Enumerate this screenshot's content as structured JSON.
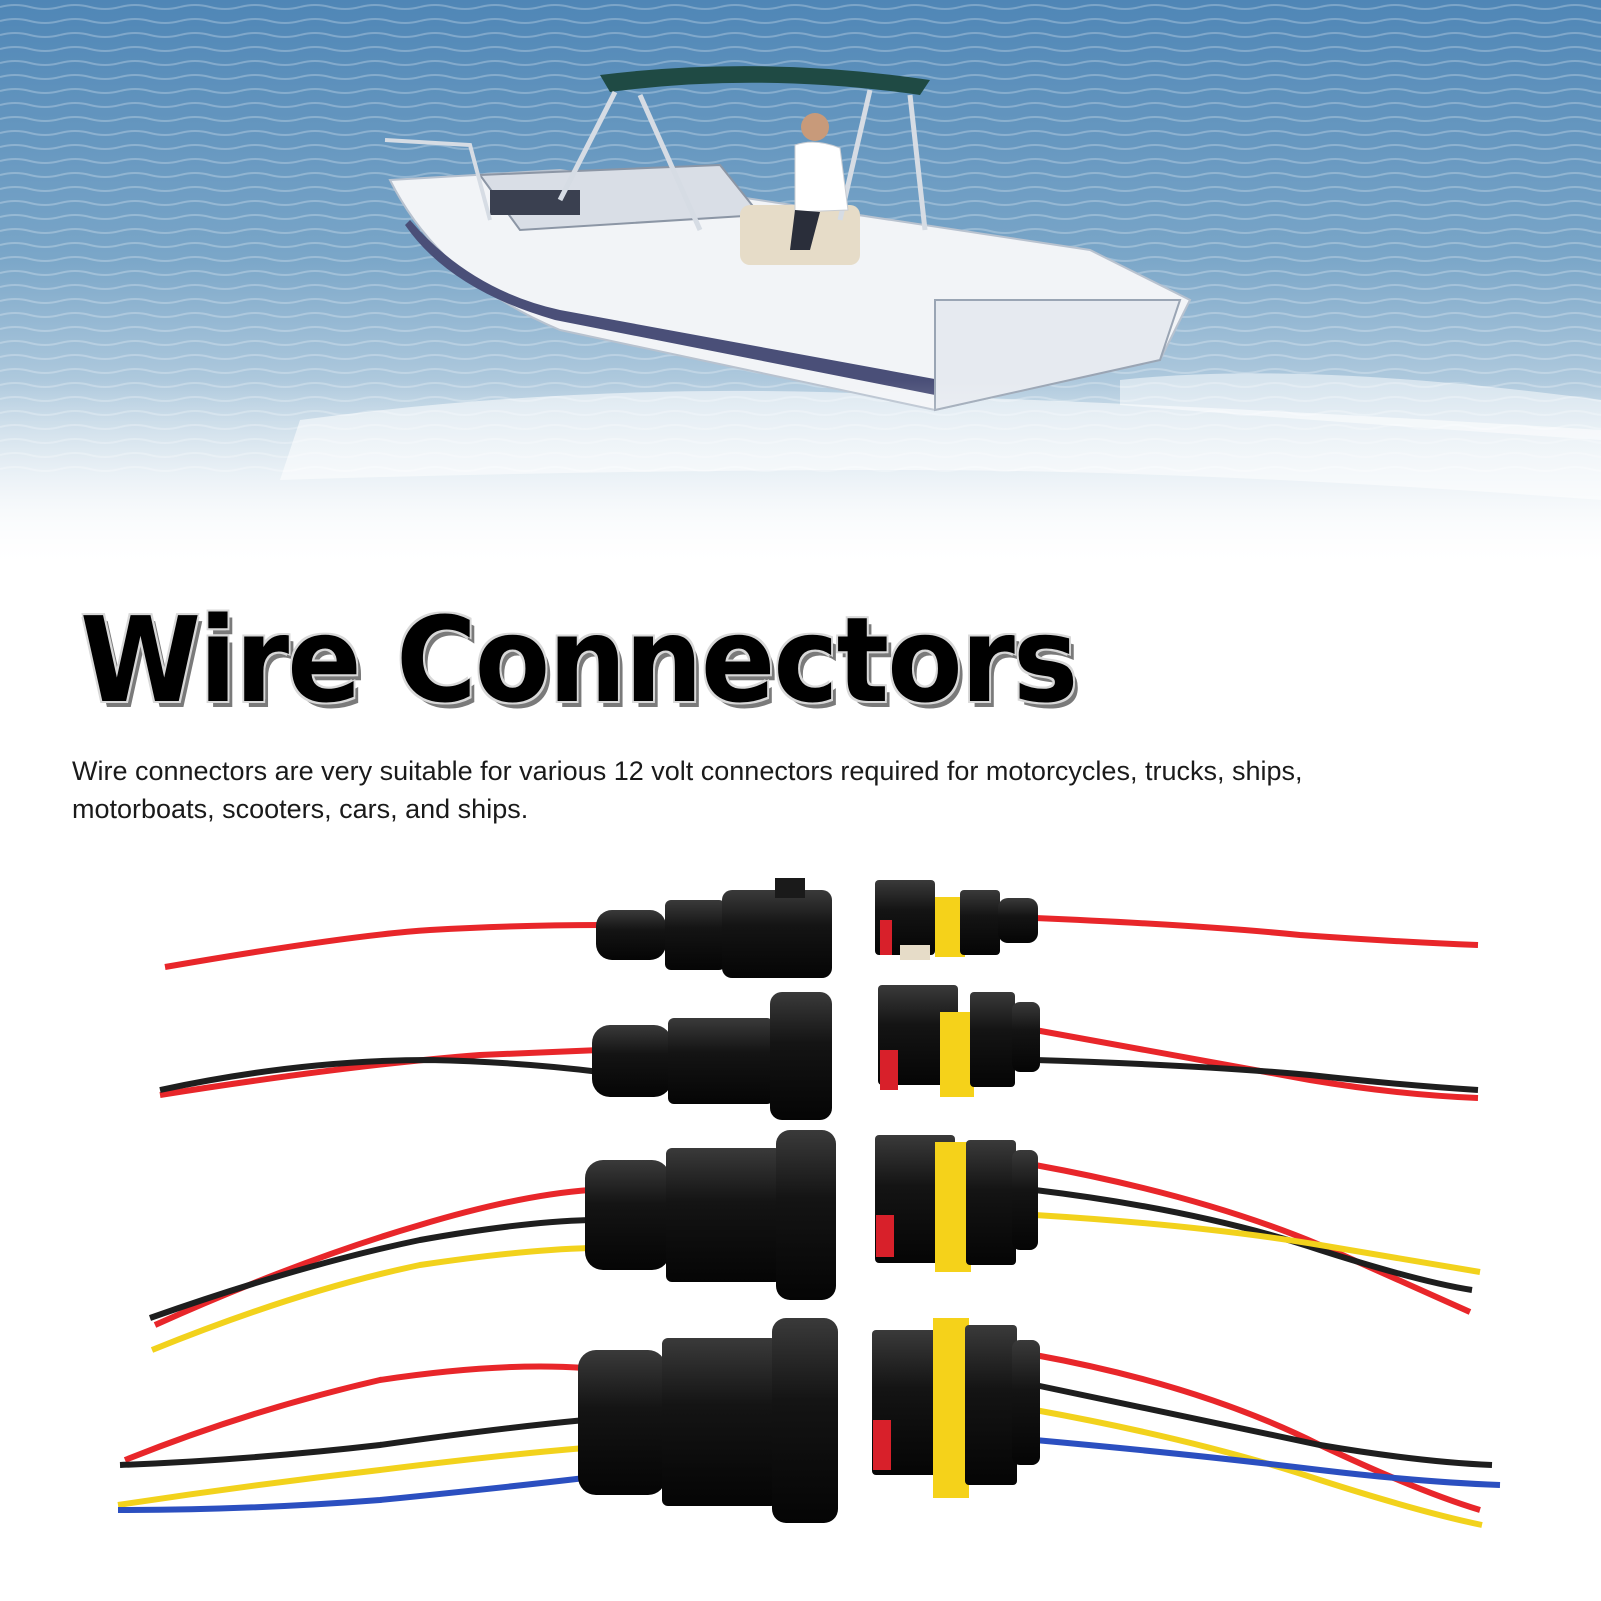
{
  "header": {
    "title": "Wire Connectors",
    "description": "Wire connectors are very suitable for various 12 volt connectors required for motorcycles, trucks, ships, motorboats, scooters, cars, and ships."
  },
  "colors": {
    "wire_red": "#e8262a",
    "wire_black": "#1e1e1e",
    "wire_yellow": "#f2d21c",
    "wire_blue": "#2b4fc0",
    "housing_black": "#151515",
    "seal_yellow": "#f5d21a",
    "lock_red": "#d8202a",
    "water": "#6f9fc4"
  },
  "icons": {
    "hero": "motorboat-on-water-photo",
    "product": "waterproof-wire-connector-set"
  }
}
